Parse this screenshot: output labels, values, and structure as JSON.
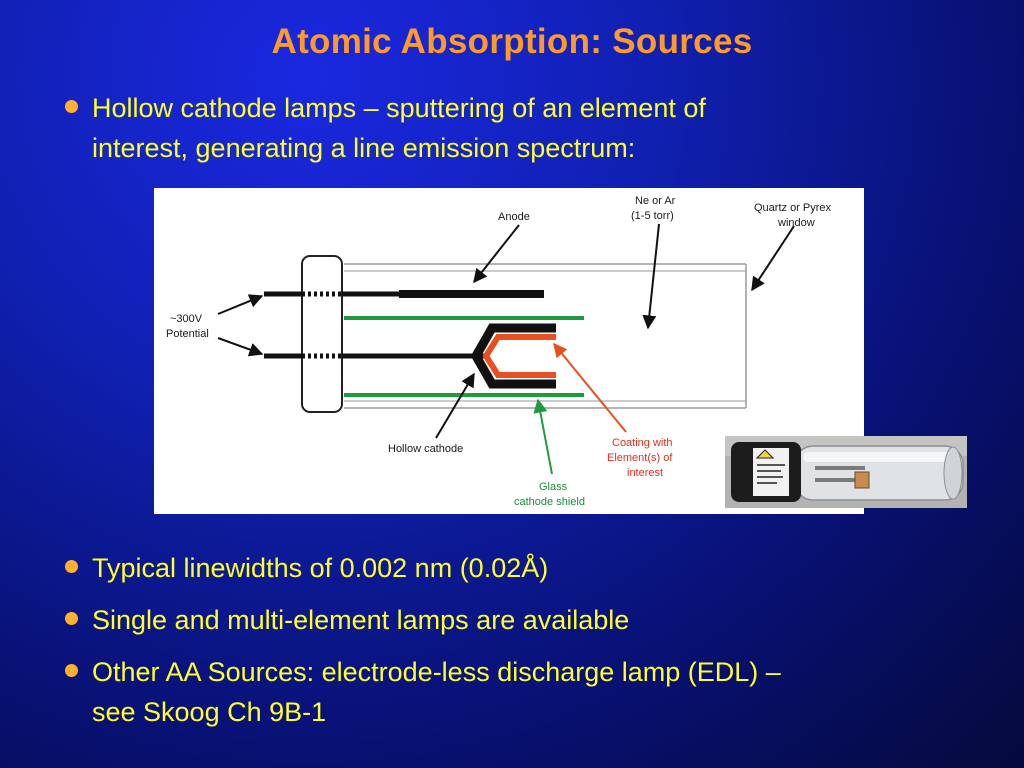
{
  "slide": {
    "title": "Atomic Absorption:  Sources",
    "bullets": [
      {
        "line1": "Hollow cathode lamps – sputtering of an element of",
        "line2": "interest, generating a line emission spectrum:"
      },
      {
        "line1": "Typical linewidths of 0.002 nm (0.02Å)"
      },
      {
        "line1": "Single and multi-element lamps are available"
      },
      {
        "line1": "Other AA Sources: electrode-less discharge lamp (EDL) –",
        "line2": "see Skoog Ch 9B-1"
      }
    ]
  },
  "diagram": {
    "labels": {
      "anode": "Anode",
      "gas_line1": "Ne or Ar",
      "gas_line2": "(1-5 torr)",
      "window_line1": "Quartz or Pyrex",
      "window_line2": "window",
      "potential_line1": "~300V",
      "potential_line2": "Potential",
      "hollow_cathode": "Hollow cathode",
      "coating_line1": "Coating with",
      "coating_line2": "Element(s) of",
      "coating_line3": "interest",
      "glass_line1": "Glass",
      "glass_line2": "cathode shield"
    },
    "colors": {
      "coating": "#e8501f",
      "shield": "#1f9a3c",
      "tube": "#9a9a9a"
    }
  }
}
